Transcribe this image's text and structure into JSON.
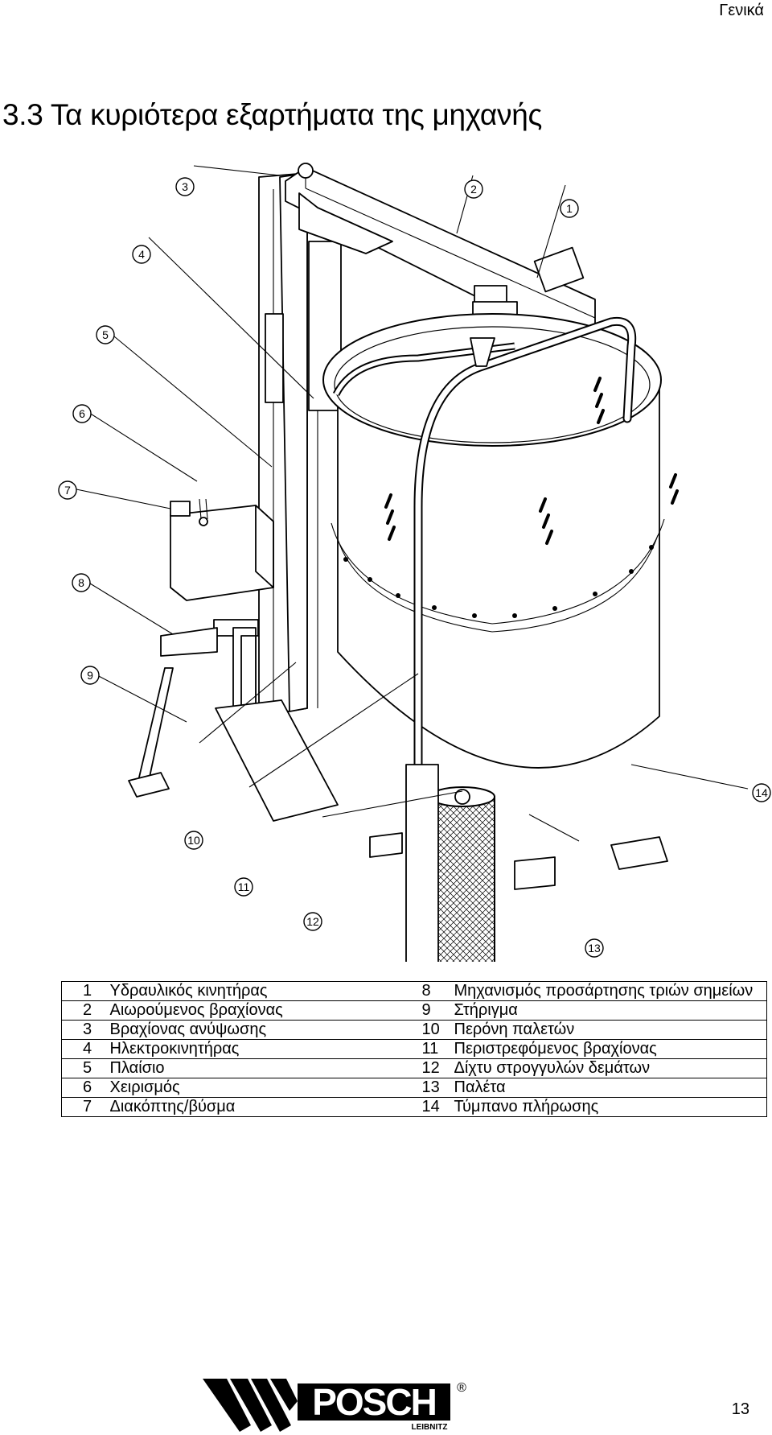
{
  "header": {
    "section": "Γενικά"
  },
  "page_title": "3.3  Τα κυριότερα εξαρτήματα της μηχανής",
  "callouts": [
    {
      "id": "1"
    },
    {
      "id": "2"
    },
    {
      "id": "3"
    },
    {
      "id": "4"
    },
    {
      "id": "5"
    },
    {
      "id": "6"
    },
    {
      "id": "7"
    },
    {
      "id": "8"
    },
    {
      "id": "9"
    },
    {
      "id": "10"
    },
    {
      "id": "11"
    },
    {
      "id": "12"
    },
    {
      "id": "13"
    },
    {
      "id": "14"
    }
  ],
  "parts_table": {
    "rows": [
      {
        "left_num": "1",
        "left_label": "Υδραυλικός κινητήρας",
        "right_num": "8",
        "right_label": "Μηχανισμός προσάρτησης τριών σημείων"
      },
      {
        "left_num": "2",
        "left_label": "Αιωρούμενος βραχίονας",
        "right_num": "9",
        "right_label": "Στήριγμα"
      },
      {
        "left_num": "3",
        "left_label": "Βραχίονας ανύψωσης",
        "right_num": "10",
        "right_label": "Περόνη παλετών"
      },
      {
        "left_num": "4",
        "left_label": "Ηλεκτροκινητήρας",
        "right_num": "11",
        "right_label": "Περιστρεφόμενος βραχίονας"
      },
      {
        "left_num": "5",
        "left_label": "Πλαίσιο",
        "right_num": "12",
        "right_label": "Δίχτυ στρογγυλών δεμάτων"
      },
      {
        "left_num": "6",
        "left_label": "Χειρισμός",
        "right_num": "13",
        "right_label": "Παλέτα"
      },
      {
        "left_num": "7",
        "left_label": "Διακόπτης/βύσμα",
        "right_num": "14",
        "right_label": "Τύμπανο πλήρωσης"
      }
    ]
  },
  "logo": {
    "brand": "POSCH",
    "sub": "LEIBNITZ",
    "mark": "®"
  },
  "footer": {
    "page_number": "13"
  }
}
